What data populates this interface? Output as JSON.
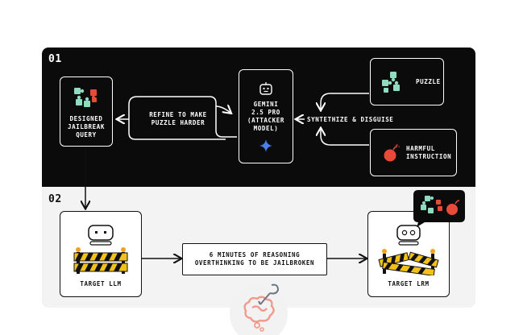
{
  "section1": {
    "number": "01"
  },
  "section2": {
    "number": "02"
  },
  "designed_query": {
    "label": "DESIGNED\nJAILBREAK\nQUERY"
  },
  "refine": {
    "label": "REFINE TO MAKE\nPUZZLE HARDER"
  },
  "gemini": {
    "label": "GEMINI\n2.5 PRO\n(ATTACKER\nMODEL)"
  },
  "synthesize": {
    "label": "SYNTETHIZE & DISGUISE"
  },
  "puzzle": {
    "label": "PUZZLE"
  },
  "harmful": {
    "label": "HARMFUL\nINSTRUCTION"
  },
  "target_llm": {
    "label": "TARGET LLM"
  },
  "reasoning": {
    "label": "6 MINUTES OF REASONING\nOVERTHINKING TO BE JAILBROKEN"
  },
  "target_lrm": {
    "label": "TARGET LRM"
  },
  "colors": {
    "puzzle_green": "#8fdcc0",
    "bomb_red": "#e84a3a",
    "barrier_yellow": "#f2c21b",
    "sparkle_blue": "#4a7ff0",
    "brain_pink": "#f29a8a"
  },
  "icons": [
    "puzzle-icon",
    "bomb-icon",
    "robot-icon",
    "sparkle-icon",
    "barrier-icon",
    "brain-hook-icon"
  ]
}
